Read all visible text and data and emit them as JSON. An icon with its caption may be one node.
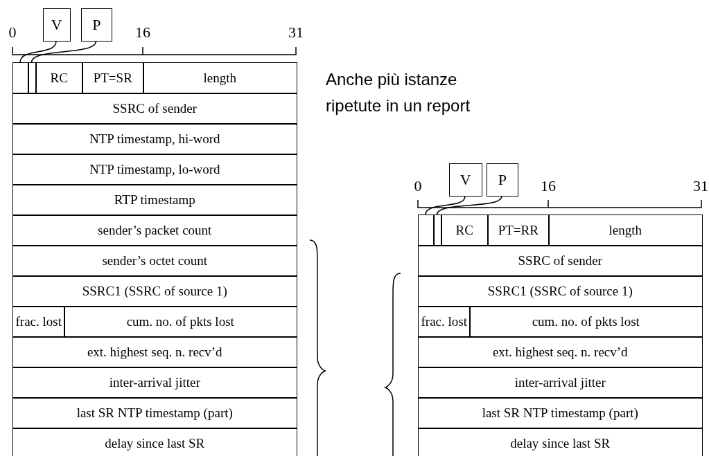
{
  "diagram": {
    "nodes": [
      {
        "text": [
          "V"
        ]
      },
      {
        "text": [
          "P"
        ]
      },
      {
        "text": [],
        "shape": "box"
      },
      {
        "text": [],
        "shape": "box"
      },
      {
        "text": [
          "RC"
        ]
      },
      {
        "text": [
          "PT=SR"
        ]
      },
      {
        "text": [
          "length"
        ]
      },
      {
        "text": [
          "SSRC of sender"
        ]
      },
      {
        "text": [
          "NTP timestamp, hi-word"
        ]
      },
      {
        "text": [
          "NTP timestamp, lo-word"
        ]
      },
      {
        "text": [
          "RTP timestamp"
        ]
      },
      {
        "text": [
          "sender’s packet count"
        ]
      },
      {
        "text": [
          "sender’s octet count"
        ]
      },
      {
        "text": [
          "SSRC1 (SSRC of source 1)"
        ]
      },
      {
        "text": [
          "frac. lost"
        ]
      },
      {
        "text": [
          "cum. no. of pkts lost"
        ]
      },
      {
        "text": [
          "ext. highest seq. n. recv’d"
        ]
      },
      {
        "text": [
          "inter-arrival jitter"
        ]
      },
      {
        "text": [
          "last SR NTP timestamp (part)"
        ]
      },
      {
        "text": [
          "delay since last SR"
        ]
      },
      {
        "text": [
          "V"
        ]
      },
      {
        "text": [
          "P"
        ]
      },
      {
        "text": [],
        "shape": "box"
      },
      {
        "text": [],
        "shape": "box"
      },
      {
        "text": [
          "RC"
        ]
      },
      {
        "text": [
          "PT=RR"
        ]
      },
      {
        "text": [
          "length"
        ]
      },
      {
        "text": [
          "SSRC of sender"
        ]
      },
      {
        "text": [
          "SSRC1 (SSRC of source 1)"
        ]
      },
      {
        "text": [
          "frac. lost"
        ]
      },
      {
        "text": [
          "cum. no. of pkts lost"
        ]
      },
      {
        "text": [
          "ext. highest seq. n. recv’d"
        ]
      },
      {
        "text": [
          "inter-arrival jitter"
        ]
      },
      {
        "text": [
          "last SR NTP timestamp (part)"
        ]
      },
      {
        "text": [
          "delay since last SR"
        ]
      }
    ],
    "edges": [
      {
        "from": 0,
        "to": 2,
        "arrow": "none"
      },
      {
        "from": 1,
        "to": 3,
        "arrow": "none"
      },
      {
        "from": 20,
        "to": 22,
        "arrow": "none"
      },
      {
        "from": 21,
        "to": 23,
        "arrow": "none"
      }
    ],
    "labels": [
      "0",
      "16",
      "31",
      "Anche più istanze ripetute in un report",
      "0",
      "16",
      "31"
    ]
  }
}
